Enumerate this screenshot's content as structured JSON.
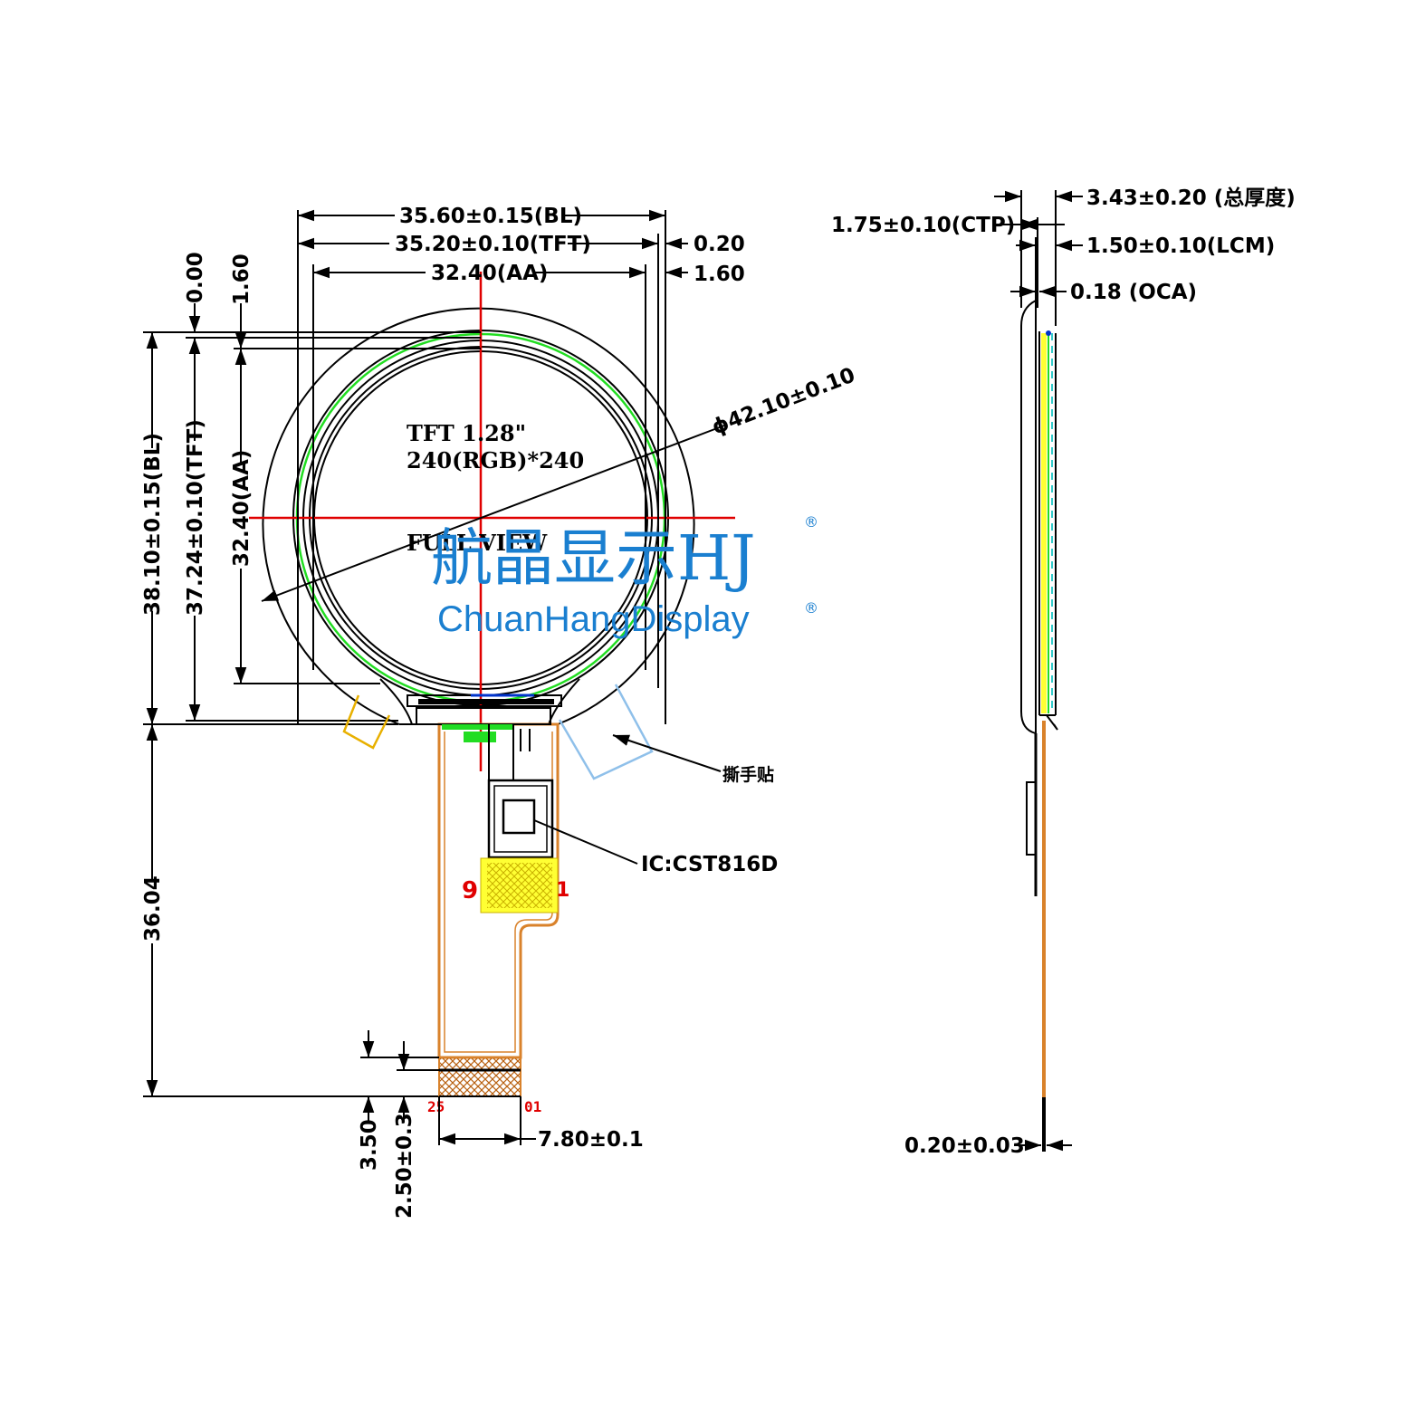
{
  "front_view": {
    "panel_label_line1": "TFT 1.28\"",
    "panel_label_line2": "240(RGB)*240",
    "view_label": "FULL VIEW",
    "dim_bl_width": "35.60±0.15(BL)",
    "dim_tft_width": "35.20±0.10(TFT)",
    "dim_aa_width": "32.40(AA)",
    "dim_right_020": "0.20",
    "dim_right_160": "1.60",
    "dim_top_000": "0.00",
    "dim_top_160": "1.60",
    "dim_bl_height": "38.10±0.15(BL)",
    "dim_tft_height": "37.24±0.10(TFT)",
    "dim_aa_height": "32.40(AA)",
    "dim_diameter": "ϕ42.10±0.10",
    "dim_fpc_length": "36.04",
    "dim_350": "3.50",
    "dim_250": "2.50±0.3",
    "dim_fpc_width": "7.80±0.1",
    "pin_left": "25",
    "pin_right": "01",
    "callout_tab": "撕手贴",
    "callout_ic": "IC:CST816D"
  },
  "side_view": {
    "dim_total": "3.43±0.20 (总厚度)",
    "dim_ctp": "1.75±0.10(CTP)",
    "dim_lcm": "1.50±0.10(LCM)",
    "dim_oca": "0.18 (OCA)",
    "dim_fpc_thickness": "0.20±0.03"
  },
  "watermark": {
    "chinese": "航晶显示HJ",
    "english": "ChuanHangDisplay",
    "registered": "®"
  },
  "colors": {
    "outline": "#000000",
    "centerline": "#e00000",
    "fpc": "#d9822b",
    "stiffener": "#ffff33",
    "green_edge": "#22dd22",
    "pull_tab": "#8fc0ea",
    "watermark": "#1a7fd0"
  }
}
